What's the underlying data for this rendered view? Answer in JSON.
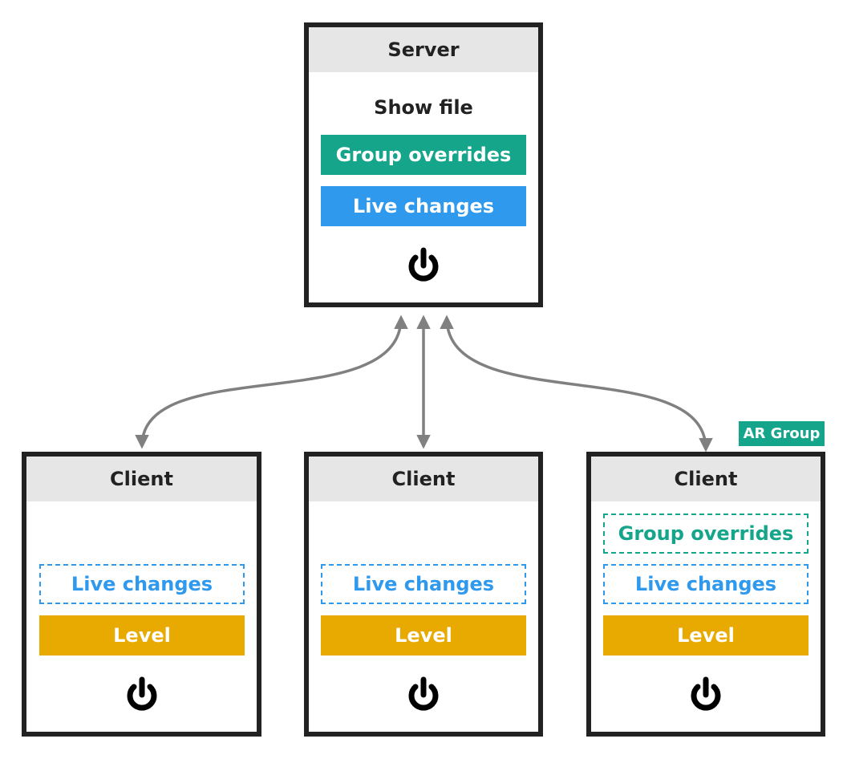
{
  "server": {
    "title": "Server",
    "show_file": "Show file",
    "group_overrides": "Group overrides",
    "live_changes": "Live changes",
    "power_icon": "power-icon"
  },
  "clients": [
    {
      "title": "Client",
      "live_changes": "Live changes",
      "level": "Level",
      "power_icon": "power-icon"
    },
    {
      "title": "Client",
      "live_changes": "Live changes",
      "level": "Level",
      "power_icon": "power-icon"
    },
    {
      "title": "Client",
      "group_overrides": "Group overrides",
      "live_changes": "Live changes",
      "level": "Level",
      "power_icon": "power-icon"
    }
  ],
  "group_tag": "AR Group",
  "colors": {
    "border": "#222222",
    "header": "#e6e6e6",
    "green": "#14a58a",
    "blue": "#2f9aed",
    "yellow": "#e8a900",
    "arrow": "#808080"
  }
}
